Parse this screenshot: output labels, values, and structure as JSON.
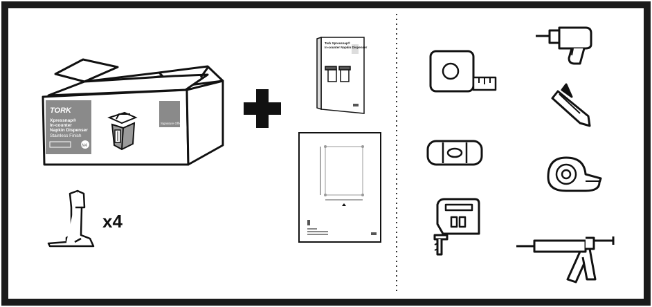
{
  "box_label": {
    "brand": "TORK",
    "line1": "Xpressnap®",
    "line2": "In-counter",
    "line3": "Napkin Dispenser",
    "line4": "Stainless Finish",
    "badge": "N4",
    "side_label": "Signature Office"
  },
  "bracket_quantity": "x4",
  "manual": {
    "line1": "Tork Xpressnap®",
    "line2": "In-counter Napkin Dispenser"
  },
  "colors": {
    "frame": "#1a1a1a",
    "label_panel": "#8a8a8a",
    "divider": "#333333"
  },
  "tools": [
    "tape-measure-icon",
    "spirit-level-icon",
    "jigsaw-icon",
    "power-drill-icon",
    "utility-knife-icon",
    "tape-dispenser-icon",
    "caulking-gun-icon"
  ]
}
